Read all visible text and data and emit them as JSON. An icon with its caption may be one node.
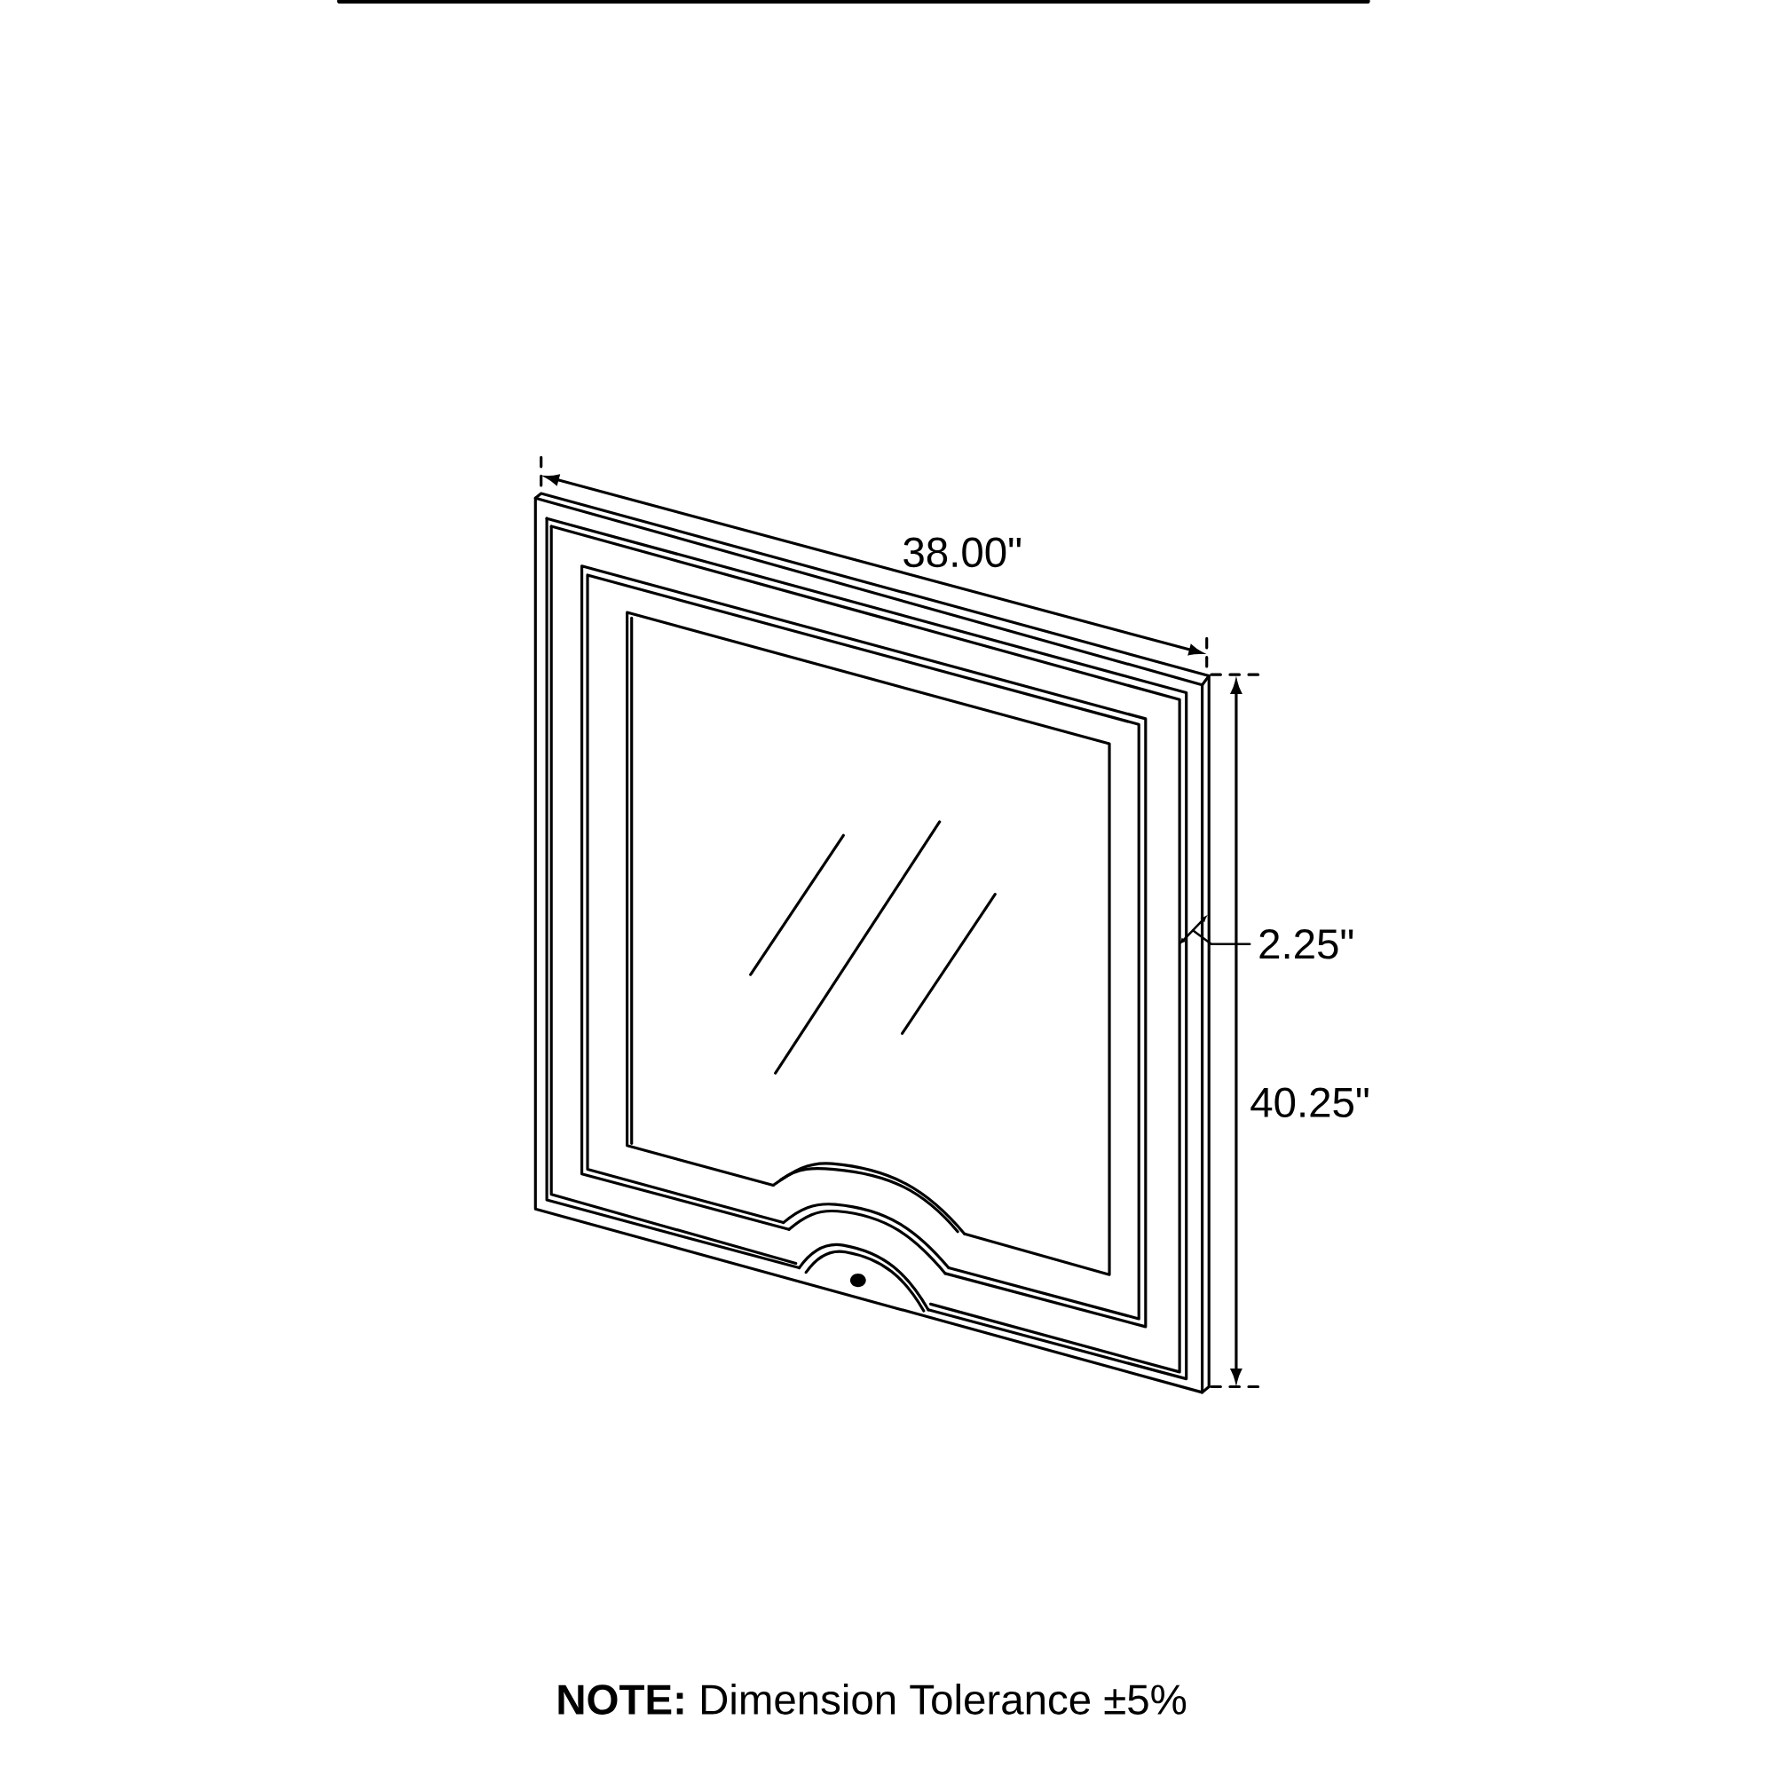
{
  "diagram": {
    "labels": [
      "38.00\"",
      "2.25\"",
      "40.25\"",
      "**NOTE:** Dimension Tolerance ±5%"
    ]
  }
}
